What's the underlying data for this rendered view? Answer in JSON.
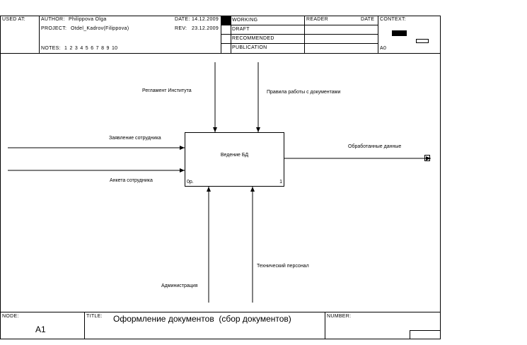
{
  "header": {
    "used_at_label": "USED AT:",
    "author_label": "AUTHOR:",
    "author": "Philippova Olga",
    "project_label": "PROJECT:",
    "project": "Otdel_Kadrov(Filippova)",
    "notes_label": "NOTES:",
    "notes": "1  2  3  4  5  6  7  8  9  10",
    "date_label": "DATE:",
    "date": "14.12.2009",
    "rev_label": "REV:",
    "rev": "23.12.2009",
    "statuses": [
      "WORKING",
      "DRAFT",
      "RECOMMENDED",
      "PUBLICATION"
    ],
    "reader_label": "READER",
    "reader_date_label": "DATE",
    "context_label": "CONTEXT:",
    "context_node": "A0"
  },
  "diagram": {
    "activity": {
      "label": "Ведение БД",
      "cost": "0р.",
      "number": "1"
    },
    "controls": [
      {
        "label": "Регламент Института"
      },
      {
        "label": "Правила работы с документами"
      }
    ],
    "inputs": [
      {
        "label": "Заявление сотрудника"
      },
      {
        "label": "Анкета сотрудника"
      }
    ],
    "outputs": [
      {
        "label": "Обработанные данные"
      }
    ],
    "mechanisms": [
      {
        "label": "Администрация"
      },
      {
        "label": "Технический персонал"
      }
    ]
  },
  "footer": {
    "node_label": "NODE:",
    "node": "A1",
    "title_label": "TITLE:",
    "title": "Оформление документов  (сбор документов)",
    "number_label": "NUMBER:"
  }
}
